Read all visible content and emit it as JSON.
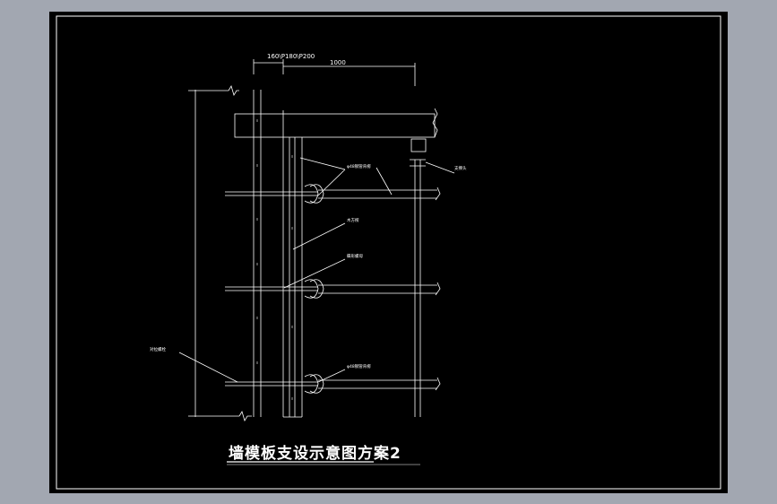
{
  "drawing": {
    "title": "墙模板支设示意图方案2",
    "dimensions": {
      "wall_thickness": "160\\P180\\P200",
      "spacing": "1000"
    },
    "labels": {
      "steel_pipe_top": "φ48钢管背楞",
      "support_head": "支撑头",
      "wood_beam": "木方楞",
      "bolt_nut": "蝶形螺母",
      "wall_tie_bolt": "对拉螺栓",
      "steel_pipe_bottom": "φ48钢管背楞"
    }
  },
  "colors": {
    "background": "#000000",
    "frame": "#a2a7b1",
    "lines": "#ffffff"
  }
}
